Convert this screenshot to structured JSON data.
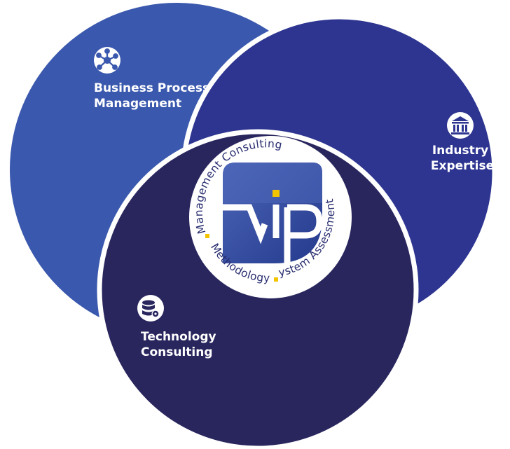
{
  "colors": {
    "business_process": "#3a58ad",
    "industry": "#2d3590",
    "technology": "#29265e",
    "logo_tile": "#314aa3",
    "logo_tile_light": "#4d66b8",
    "ring_text": "#2a2f70",
    "accent_dot": "#f2c400",
    "white": "#ffffff"
  },
  "circles": {
    "business_process": {
      "label_line1": "Business Process",
      "label_line2": "Management",
      "icon": "network-nodes-icon"
    },
    "industry": {
      "label_line1": "Industry",
      "label_line2": "Expertise",
      "icon": "bank-building-icon"
    },
    "technology": {
      "label_line1": "Technology",
      "label_line2": "Consulting",
      "icon": "database-gear-icon"
    }
  },
  "center": {
    "logo_text": "vip",
    "ring_top": "Management Consulting",
    "ring_right": "System Assessments",
    "ring_bottom": "Methodology"
  }
}
